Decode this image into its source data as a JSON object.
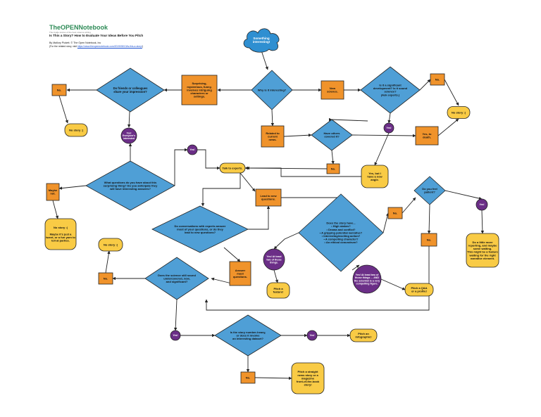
{
  "header": {
    "logo": "TheOPENNotebook",
    "logo_tagline": "The inside stories of the best science writing",
    "title": "Is This a Story? How to Evaluate Your Ideas Before You Pitch",
    "byline": "By Mallory Pickett. © The Open Notebook, Inc",
    "source_prefix": "(For the related story, visit ",
    "source_link": "https://www.theopennotebook.com/2019/08/13/is-this-a-story/",
    "source_suffix": ")"
  },
  "colors": {
    "diamond": "#4f9fd6",
    "box": "#f0932b",
    "terminal": "#f9cb45",
    "circle": "#6b2e87",
    "cloud": "#2f8fd1",
    "line": "#222222"
  },
  "nodes": {
    "something_interesting": [
      "Something",
      "interesting!"
    ],
    "why_interesting": [
      "Why is it interesting?"
    ],
    "surprising": [
      "Surprising,",
      "mysterious, funny,",
      "involves intriguing",
      "characters or",
      "settings."
    ],
    "new_science": [
      "New",
      "science."
    ],
    "significant": [
      "Is it a significant",
      "development? Is it sound",
      "science?",
      "(Ask experts.)"
    ],
    "no_1": [
      "No."
    ],
    "no_story_1": [
      "No story :("
    ],
    "friends": [
      "Do friends or colleagues",
      "share your impression?"
    ],
    "no_2": [
      "No."
    ],
    "no_story_2": [
      "No story :("
    ],
    "yes_everyone": [
      "Yes!",
      "Everyone's",
      "interested"
    ],
    "related_news": [
      "Related to",
      "current",
      "news."
    ],
    "others_covered": [
      "Have others",
      "covered it?"
    ],
    "yes_3": [
      "Yes!"
    ],
    "yes_death": [
      "Yes, to",
      "death."
    ],
    "no_3": [
      "No."
    ],
    "yes_but": [
      "Yes, but I",
      "have a new",
      "angle."
    ],
    "questions": [
      "What questions do you have about this",
      "surprising thing? Do you anticipate they",
      "will have interesting answers?"
    ],
    "yes_4": [
      "Yes!"
    ],
    "maybe_not": [
      "Maybe",
      "not."
    ],
    "no_story_3": [
      "No story :(",
      "",
      "Maybe it's just a",
      "tweet, or a fun yarn to",
      "tell at parties."
    ],
    "talk_experts": [
      "Talk to experts."
    ],
    "lead_new": [
      "Lead to new",
      "questions."
    ],
    "conversations": [
      "Do conversations with experts answer",
      "most of your questions, or do they",
      "lead to new questions?"
    ],
    "answer_most": [
      "Answer",
      "most",
      "questions."
    ],
    "does_story_have": [
      "Does the story have...",
      "• High stakes?",
      "• Drama and conflict?",
      "• A gripping potential narrative?",
      "• Interesting/exciting action?",
      "• A compelling character?",
      "• An ethical conundrum?"
    ],
    "yes_few": [
      "Yes! At least",
      "two of those",
      "things."
    ],
    "pitch_feature": [
      "Pitch a",
      "feature!"
    ],
    "yes_guru": [
      "Yes! At least two of",
      "those things ... AND",
      "the scientist is a very",
      "compelling figure."
    ],
    "pitch_qa": [
      "Pitch a Q&A",
      "or a profile!"
    ],
    "no_4": [
      "No."
    ],
    "you_patient": [
      "Do you feel",
      "patient?"
    ],
    "yes_5": [
      "Yes!"
    ],
    "no_5": [
      "No."
    ],
    "do_more": [
      "Do a little more",
      "reporting, and maybe",
      "some waiting.",
      "This might be a feature",
      "waiting for the right",
      "narrative element."
    ],
    "no_story_4": [
      "No story :("
    ],
    "no_6": [
      "No."
    ],
    "still_sound": [
      "Does the science still sound",
      "undercovered, new,",
      "and significant?"
    ],
    "yes_6": [
      "Yes!"
    ],
    "number_heavy": [
      "Is the story number-heavy,",
      "or does it involve",
      "an interesting dataset?"
    ],
    "yes_7": [
      "Yes!"
    ],
    "pitch_infographic": [
      "Pitch an",
      "infographic!"
    ],
    "no_7": [
      "No."
    ],
    "pitch_news": [
      "Pitch a straight",
      "news story or a",
      "magazine",
      "front-of-the-book",
      "story!"
    ]
  }
}
